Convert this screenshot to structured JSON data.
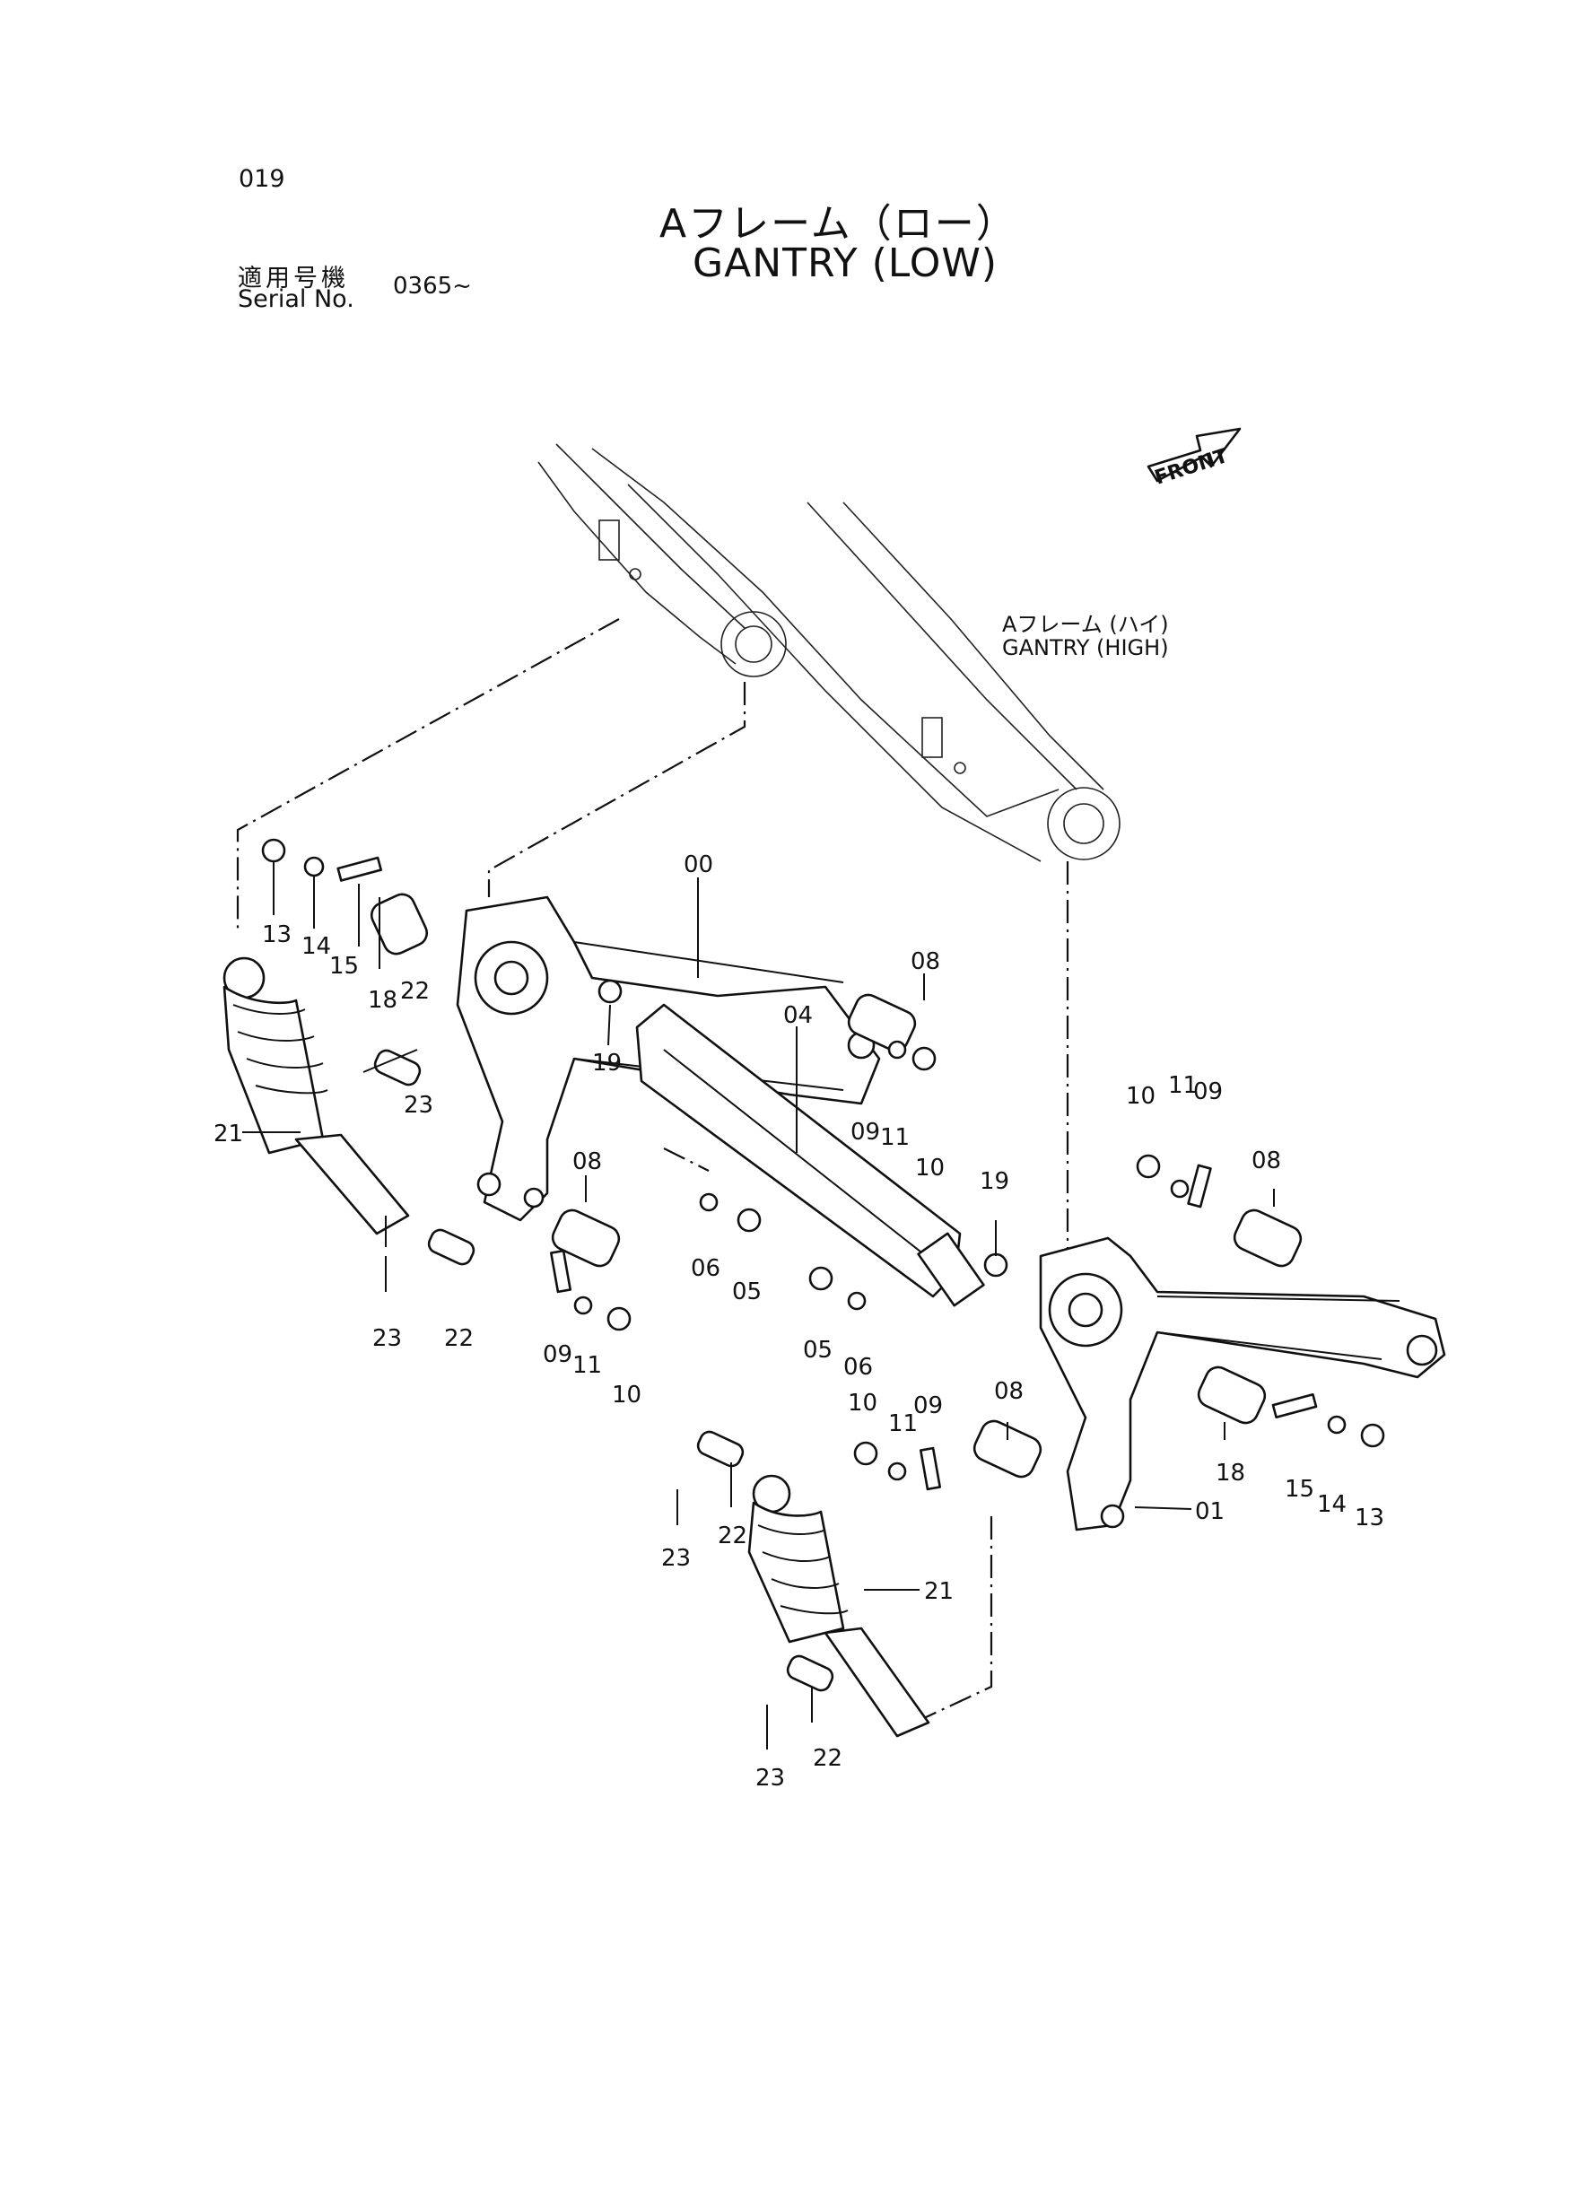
{
  "header": {
    "page_number": "019",
    "title_jp": "Aフレーム（ロー）",
    "title_en": "GANTRY (LOW)",
    "serial_label_jp": "適用号機",
    "serial_label_en": "Serial No.",
    "serial_value": "0365~"
  },
  "front_marker": {
    "label": "FRONT"
  },
  "reference_assembly": {
    "label_jp": "Aフレーム (ハイ)",
    "label_en": "GANTRY (HIGH)"
  },
  "callouts": [
    {
      "id": "00"
    },
    {
      "id": "01"
    },
    {
      "id": "04"
    },
    {
      "id": "05"
    },
    {
      "id": "05"
    },
    {
      "id": "06"
    },
    {
      "id": "06"
    },
    {
      "id": "08"
    },
    {
      "id": "08"
    },
    {
      "id": "08"
    },
    {
      "id": "08"
    },
    {
      "id": "09"
    },
    {
      "id": "09"
    },
    {
      "id": "09"
    },
    {
      "id": "09"
    },
    {
      "id": "10"
    },
    {
      "id": "10"
    },
    {
      "id": "10"
    },
    {
      "id": "10"
    },
    {
      "id": "11"
    },
    {
      "id": "11"
    },
    {
      "id": "11"
    },
    {
      "id": "11"
    },
    {
      "id": "13"
    },
    {
      "id": "13"
    },
    {
      "id": "14"
    },
    {
      "id": "14"
    },
    {
      "id": "15"
    },
    {
      "id": "15"
    },
    {
      "id": "18"
    },
    {
      "id": "18"
    },
    {
      "id": "19"
    },
    {
      "id": "19"
    },
    {
      "id": "21"
    },
    {
      "id": "21"
    },
    {
      "id": "22"
    },
    {
      "id": "22"
    },
    {
      "id": "22"
    },
    {
      "id": "22"
    },
    {
      "id": "23"
    },
    {
      "id": "23"
    },
    {
      "id": "23"
    },
    {
      "id": "23"
    }
  ]
}
